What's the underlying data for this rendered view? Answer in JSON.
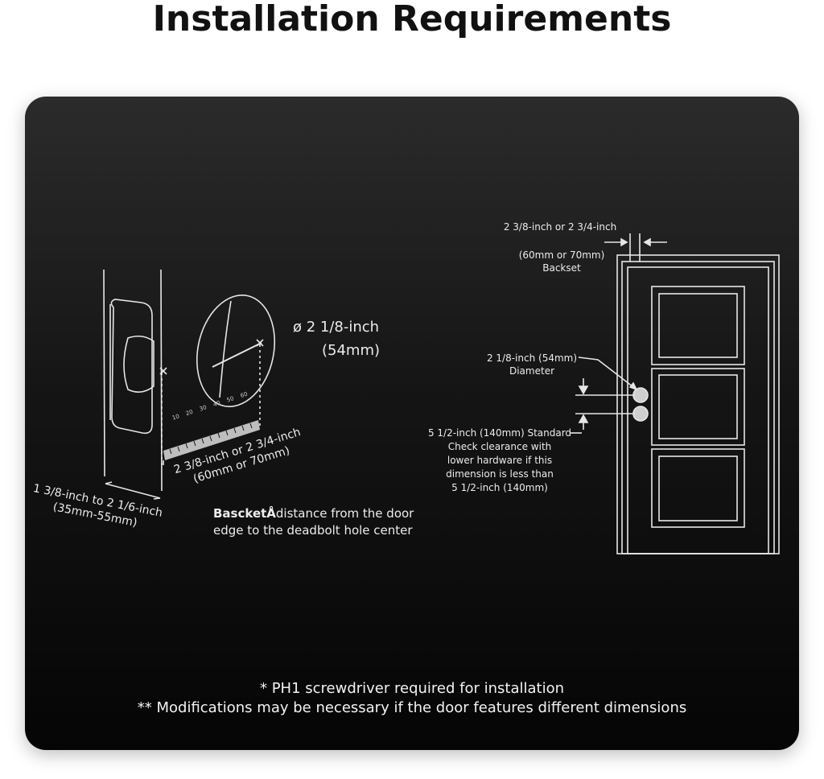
{
  "title": "Installation Requirements",
  "left_diagram": {
    "hole_diameter": "ø 2 1/8-inch",
    "hole_diameter_mm": "(54mm)",
    "backset_inch": "2 3/8-inch or 2 3/4-inch",
    "backset_mm": "(60mm or 70mm)",
    "door_thickness_inch": "1 3/8-inch to 2 1/6-inch",
    "door_thickness_mm": "(35mm-55mm)",
    "backset_term": "BascketÅ",
    "backset_definition_1": "distance from the door",
    "backset_definition_2": "edge to the deadbolt hole center",
    "ruler_ticks": [
      "10",
      "20",
      "30",
      "40",
      "50",
      "60"
    ]
  },
  "right_diagram": {
    "backset_inch": "2 3/8-inch or 2 3/4-inch",
    "backset_mm": "(60mm or 70mm)",
    "backset_label": "Backset",
    "diameter_value": "2 1/8-inch (54mm)",
    "diameter_label": "Diameter",
    "spacing_1": "5 1/2-inch (140mm) Standard",
    "spacing_2": "Check clearance with",
    "spacing_3": "lower hardware if this",
    "spacing_4": "dimension is less than",
    "spacing_5": "5 1/2-inch (140mm)"
  },
  "notes": {
    "note_1": "* PH1 screwdriver required for installation",
    "note_2": "** Modifications may be necessary if the door features different dimensions"
  }
}
